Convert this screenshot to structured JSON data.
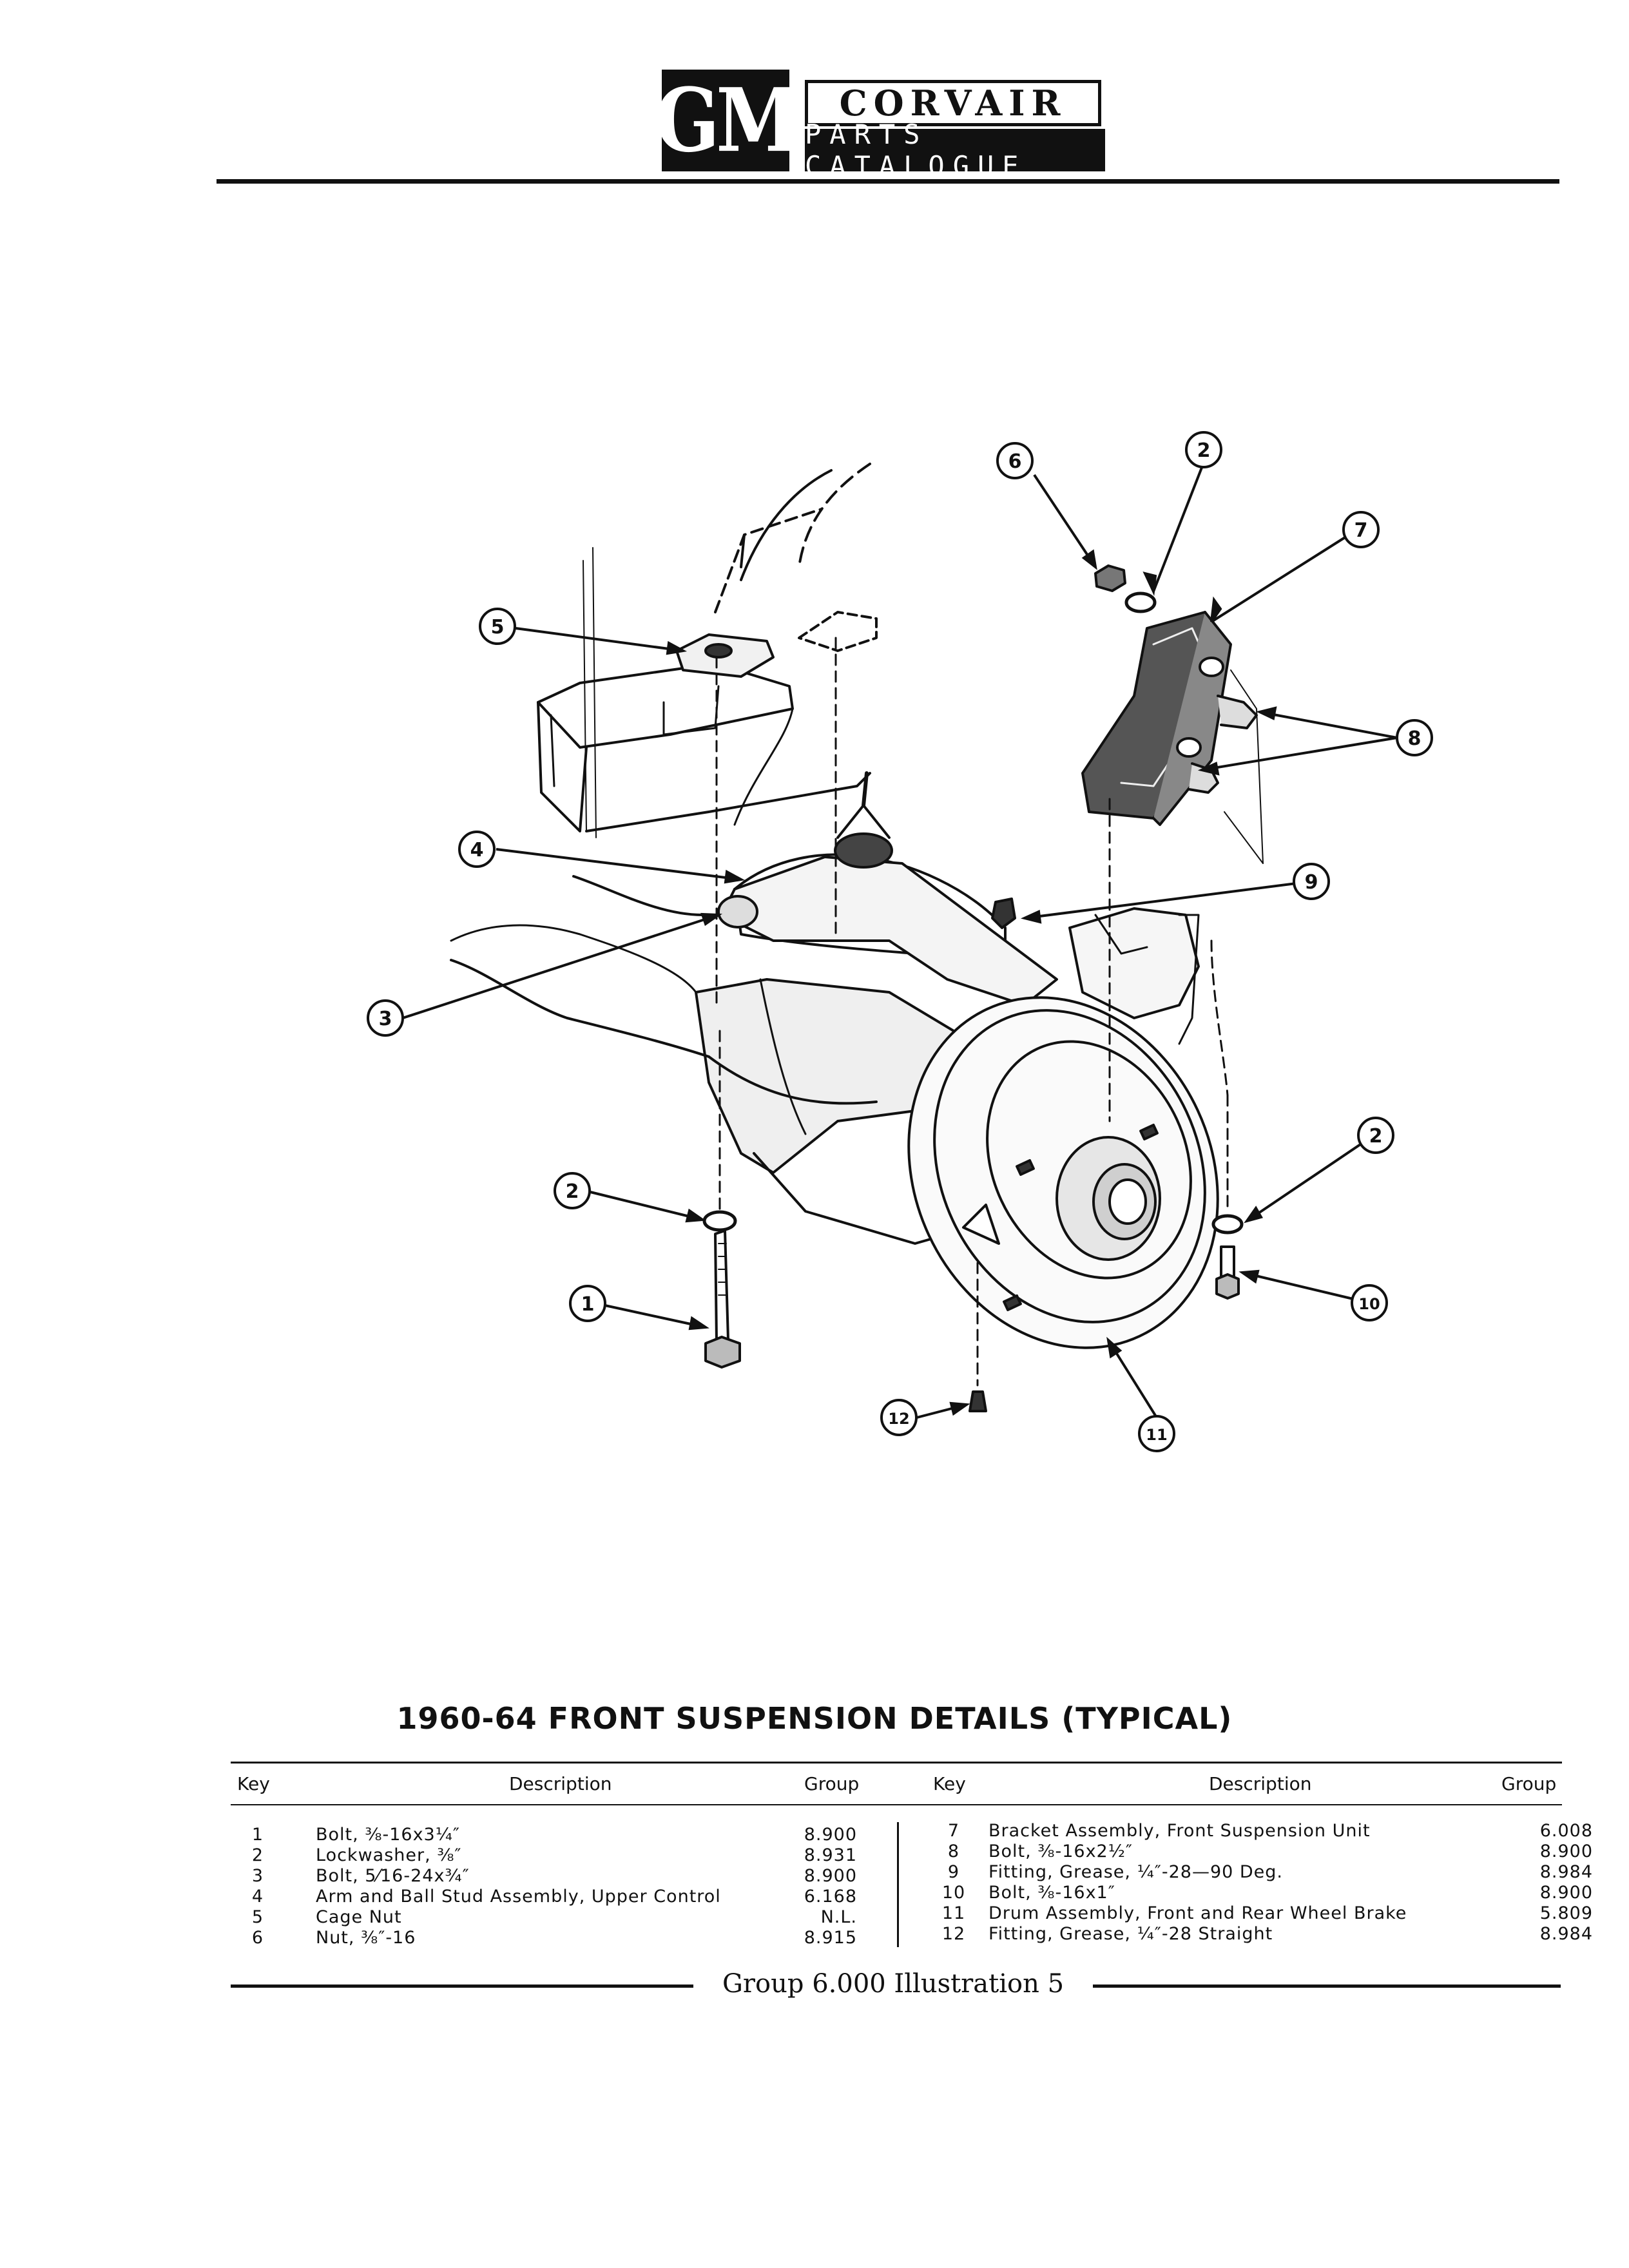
{
  "header": {
    "logo_text": "GM",
    "brand": "CORVAIR",
    "subtitle": "PARTS CATALOGUE"
  },
  "illustration": {
    "callouts": [
      "1",
      "2",
      "3",
      "4",
      "5",
      "6",
      "7",
      "8",
      "9",
      "10",
      "11",
      "12"
    ]
  },
  "figure_title": "1960-64 FRONT SUSPENSION DETAILS (TYPICAL)",
  "table": {
    "headers": {
      "key": "Key",
      "description": "Description",
      "group": "Group"
    },
    "left_rows": [
      {
        "key": "1",
        "description": "Bolt, ⅜-16x3¼″",
        "group": "8.900"
      },
      {
        "key": "2",
        "description": "Lockwasher, ⅜″",
        "group": "8.931"
      },
      {
        "key": "3",
        "description": "Bolt, 5⁄16-24x¾″",
        "group": "8.900"
      },
      {
        "key": "4",
        "description": "Arm and Ball Stud Assembly, Upper Control",
        "group": "6.168"
      },
      {
        "key": "5",
        "description": "Cage Nut",
        "group": "N.L."
      },
      {
        "key": "6",
        "description": "Nut, ⅜″-16",
        "group": "8.915"
      }
    ],
    "right_rows": [
      {
        "key": "7",
        "description": "Bracket Assembly, Front Suspension Unit",
        "group": "6.008"
      },
      {
        "key": "8",
        "description": "Bolt, ⅜-16x2½″",
        "group": "8.900"
      },
      {
        "key": "9",
        "description": "Fitting, Grease, ¼″-28—90 Deg.",
        "group": "8.984"
      },
      {
        "key": "10",
        "description": "Bolt, ⅜-16x1″",
        "group": "8.900"
      },
      {
        "key": "11",
        "description": "Drum Assembly, Front and Rear Wheel Brake",
        "group": "5.809"
      },
      {
        "key": "12",
        "description": "Fitting, Grease, ¼″-28 Straight",
        "group": "8.984"
      }
    ]
  },
  "footer": {
    "text": "Group 6.000 Illustration 5"
  }
}
